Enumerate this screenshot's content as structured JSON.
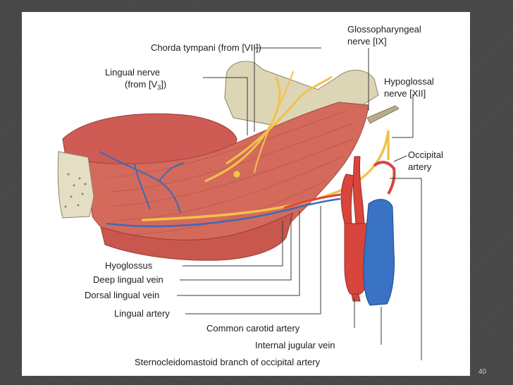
{
  "labels": {
    "chorda_tympani": "Chorda tympani (from [VII])",
    "lingual_nerve_1": "Lingual nerve",
    "lingual_nerve_2": "(from [V",
    "lingual_nerve_sub": "3",
    "lingual_nerve_3": "])",
    "glossopharyngeal_1": "Glossopharyngeal",
    "glossopharyngeal_2": "nerve [IX]",
    "hypoglossal_1": "Hypoglossal",
    "hypoglossal_2": "nerve [XII]",
    "occipital_1": "Occipital",
    "occipital_2": "artery",
    "hyoglossus": "Hyoglossus",
    "deep_lingual_vein": "Deep lingual vein",
    "dorsal_lingual_vein": "Dorsal lingual vein",
    "lingual_artery": "Lingual artery",
    "common_carotid": "Common carotid artery",
    "internal_jugular": "Internal jugular vein",
    "sternocleidomastoid": "Sternocleidomastoid branch of occipital artery"
  },
  "slide_number": "40",
  "colors": {
    "muscle": "#d2685a",
    "nerve": "#f2c24a",
    "vein": "#3a72c4",
    "artery": "#d8453c",
    "bone": "#e2ddc2"
  }
}
